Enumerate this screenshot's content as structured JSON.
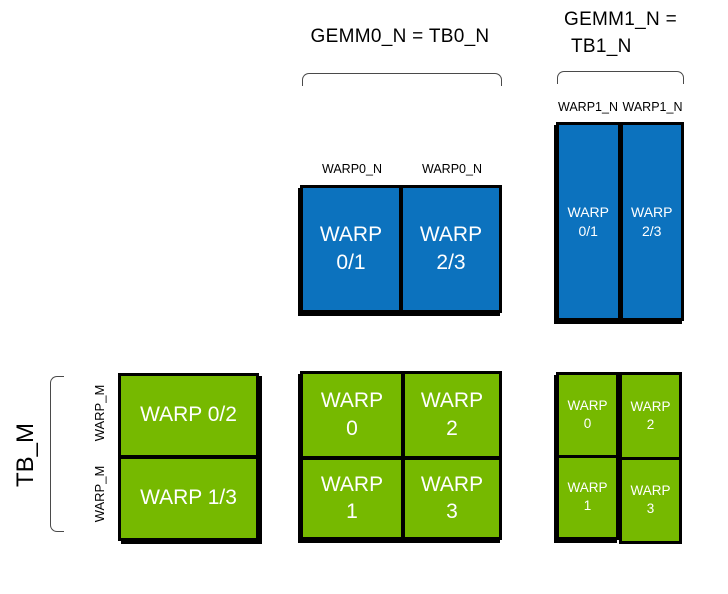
{
  "colors": {
    "blue": "#0C72BE",
    "green": "#76B900",
    "border": "#000000",
    "bracket_line": "#4a4a4a",
    "box_text": "#ffffff",
    "label_text": "#000000"
  },
  "header": {
    "gemm0_title": "GEMM0_N = TB0_N",
    "gemm1_title_line1": "GEMM1_N =",
    "gemm1_title_line2": "TB1_N"
  },
  "axis_labels": {
    "warp0_n": "WARP0_N",
    "warp1_n": "WARP1_N",
    "warp_m": "WARP_M",
    "tb_m": "TB_M"
  },
  "blocks": {
    "blue_mid": {
      "cells": [
        "WARP\n0/1",
        "WARP\n2/3"
      ]
    },
    "blue_right": {
      "cells": [
        "WARP\n0/1",
        "WARP\n2/3"
      ]
    },
    "green_left": {
      "rows": [
        "WARP 0/2",
        "WARP 1/3"
      ]
    },
    "green_mid": {
      "cells": [
        "WARP\n0",
        "WARP\n2",
        "WARP\n1",
        "WARP\n3"
      ]
    },
    "green_right": {
      "cells": [
        "WARP\n0",
        "WARP\n2",
        "WARP\n1",
        "WARP\n3"
      ]
    }
  }
}
